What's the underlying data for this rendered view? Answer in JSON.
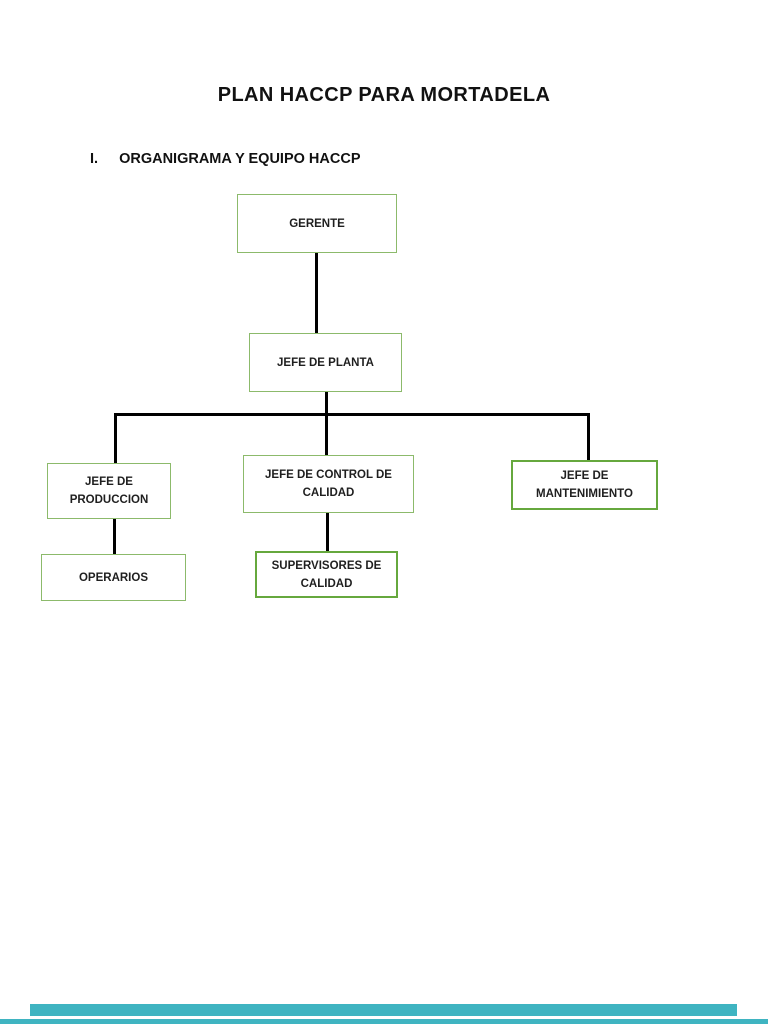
{
  "document": {
    "title": "PLAN HACCP PARA MORTADELA",
    "section_number": "I.",
    "section_title": "ORGANIGRAMA Y EQUIPO HACCP"
  },
  "org_chart": {
    "nodes": [
      {
        "id": "gerente",
        "label": "GERENTE",
        "reports_to": null
      },
      {
        "id": "jefe-de-planta",
        "label": "JEFE DE PLANTA",
        "reports_to": "gerente"
      },
      {
        "id": "jefe-de-produccion",
        "label": "JEFE DE\nPRODUCCION",
        "reports_to": "jefe-de-planta"
      },
      {
        "id": "jefe-de-control-de-calidad",
        "label": "JEFE DE CONTROL  DE\nCALIDAD",
        "reports_to": "jefe-de-planta"
      },
      {
        "id": "jefe-de-mantenimiento",
        "label": "JEFE DE\nMANTENIMIENTO",
        "reports_to": "jefe-de-planta"
      },
      {
        "id": "operarios",
        "label": "OPERARIOS",
        "reports_to": "jefe-de-produccion"
      },
      {
        "id": "supervisores-de-calidad",
        "label": "SUPERVISORES DE\nCALIDAD",
        "reports_to": "jefe-de-control-de-calidad"
      }
    ]
  },
  "colors": {
    "box-border": "#8cba6b",
    "box-border-strong": "#66a83d",
    "connector": "#000000",
    "text-dark": "#1f1f1f",
    "next-page-teal": "#3fb4c1"
  }
}
